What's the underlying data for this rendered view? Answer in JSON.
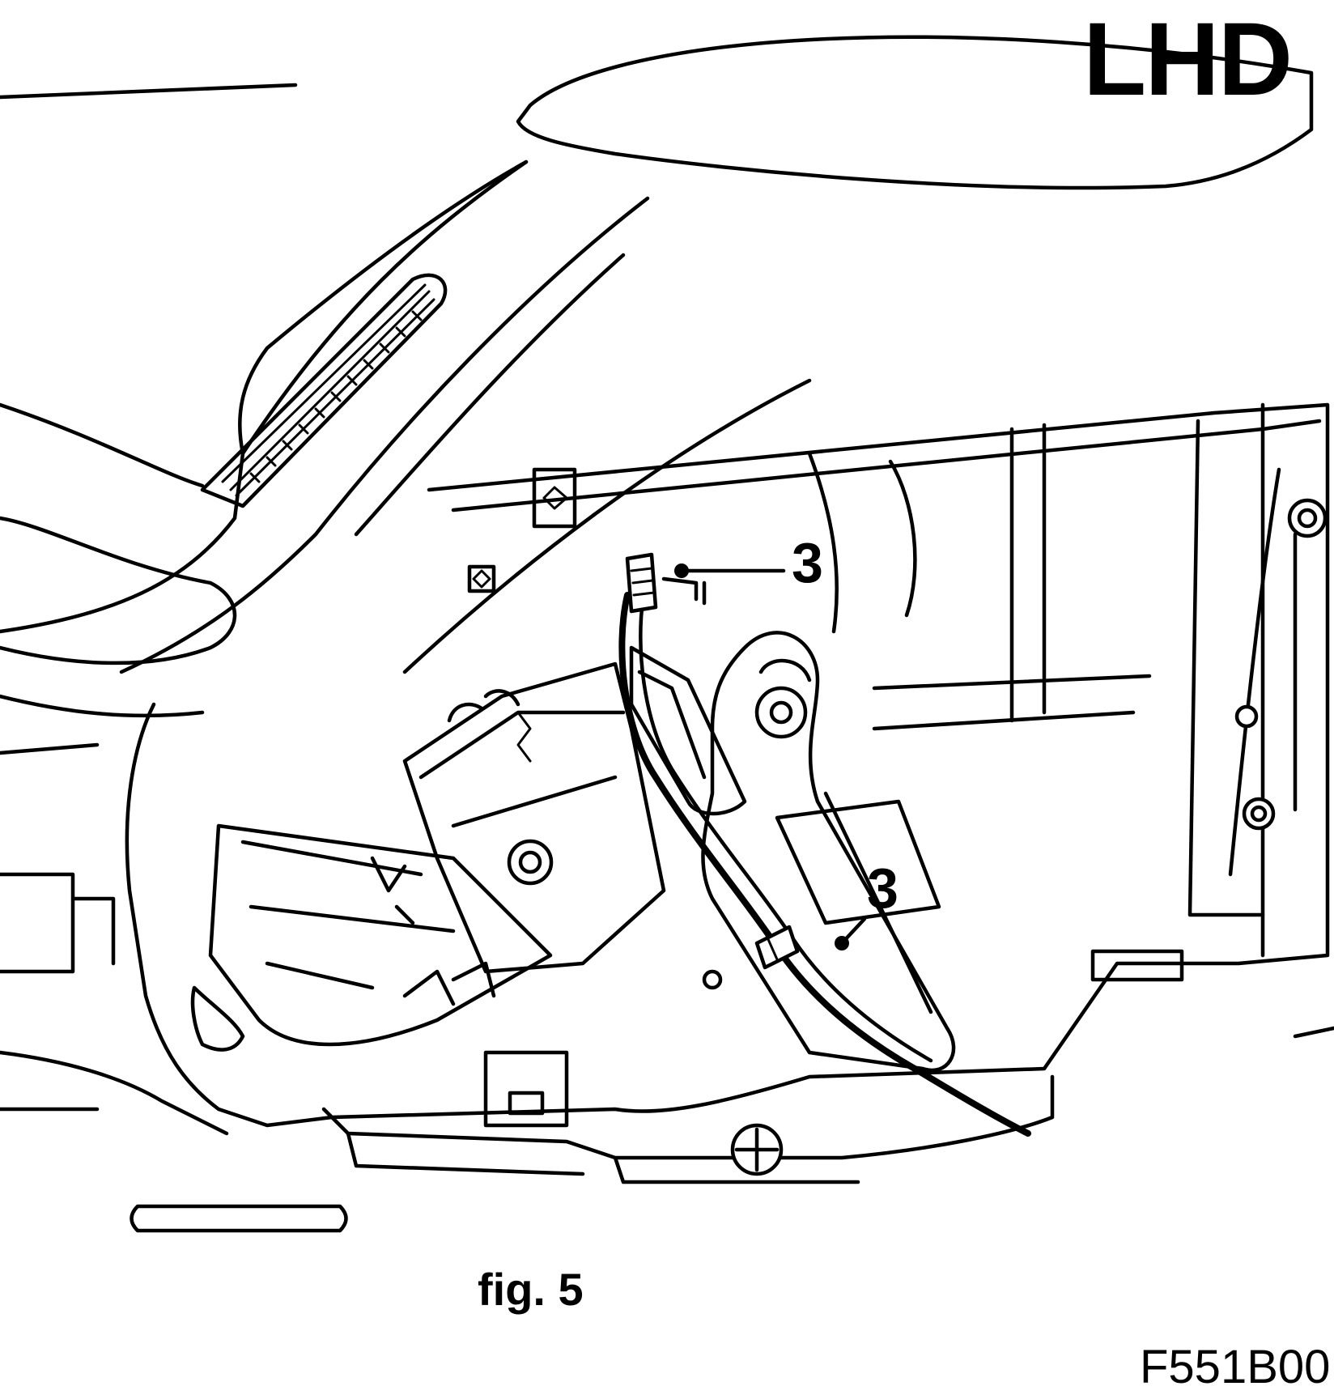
{
  "drive_label": "LHD",
  "callouts": [
    "3",
    "3"
  ],
  "figure_caption": "fig. 5",
  "figure_code": "F551B00"
}
